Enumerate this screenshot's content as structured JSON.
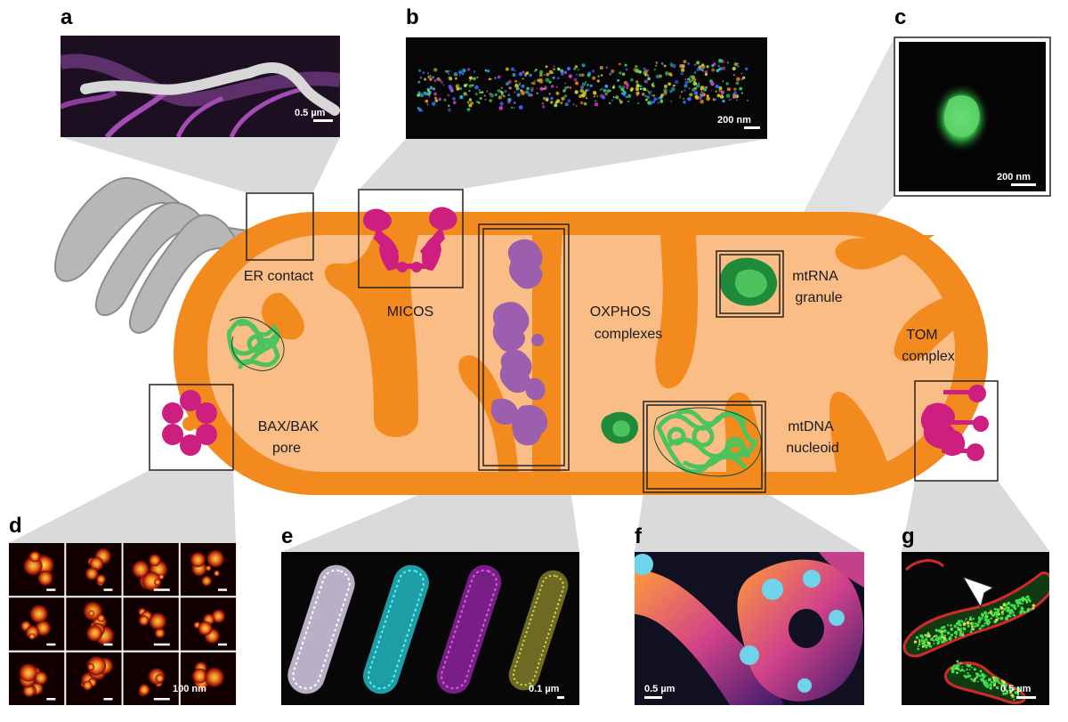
{
  "panels": {
    "a": {
      "letter": "a",
      "scale": "0.5 µm"
    },
    "b": {
      "letter": "b",
      "scale": "200 nm"
    },
    "c": {
      "letter": "c",
      "scale": "200 nm"
    },
    "d": {
      "letter": "d",
      "scale": "100 nm"
    },
    "e": {
      "letter": "e",
      "scale": "0.1 µm"
    },
    "f": {
      "letter": "f",
      "scale": "0.5 µm"
    },
    "g": {
      "letter": "g",
      "scale": "0.5 µm"
    }
  },
  "labels": {
    "er_contact": "ER contact",
    "micos": "MICOS",
    "oxphos_1": "OXPHOS",
    "oxphos_2": "complexes",
    "mtrna_1": "mtRNA",
    "mtrna_2": "granule",
    "tom_1": "TOM",
    "tom_2": "complex",
    "baxbak_1": "BAX/BAK",
    "baxbak_2": "pore",
    "mtdna_1": "mtDNA",
    "mtdna_2": "nucleoid"
  },
  "colors": {
    "outer_membrane": "#f28a1e",
    "matrix": "#fabd85",
    "er": "#b7b7b9",
    "protein_magenta": "#cc1f7f",
    "protein_purple": "#9b5fad",
    "rna_green": "#2f9e4a",
    "dna_green": "#4cc35d",
    "callout_gray": "#d9d9d9"
  }
}
